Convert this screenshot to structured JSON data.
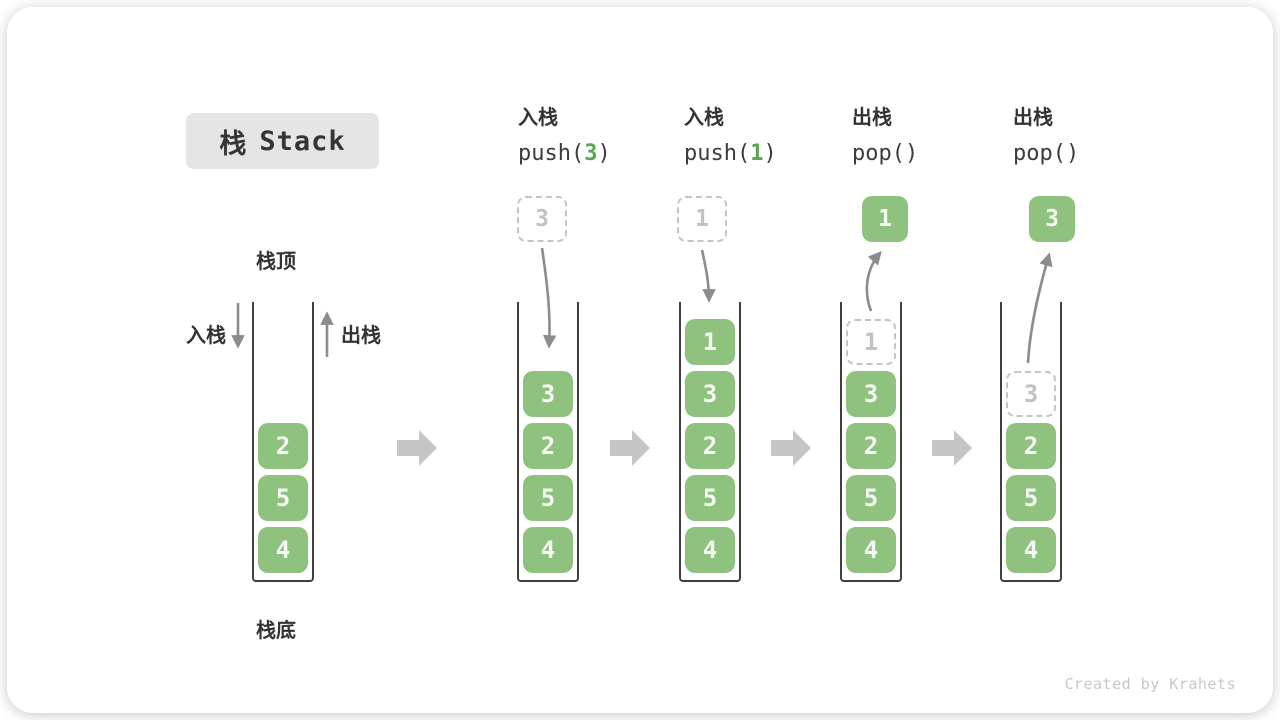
{
  "header": {
    "badge_cn": "栈",
    "badge_en": "Stack"
  },
  "legend": {
    "stack_top": "栈顶",
    "stack_bottom": "栈底",
    "push_label": "入栈",
    "pop_label": "出栈"
  },
  "columns": [
    {
      "op_cn": "入栈",
      "code_pre": "push(",
      "code_arg": "3",
      "code_post": ")",
      "floating_value": "3",
      "floating_kind": "dashed-pending"
    },
    {
      "op_cn": "入栈",
      "code_pre": "push(",
      "code_arg": "1",
      "code_post": ")",
      "floating_value": "1",
      "floating_kind": "dashed-pending"
    },
    {
      "op_cn": "出栈",
      "code_pre": "pop(",
      "code_arg": "",
      "code_post": ")",
      "floating_value": "1",
      "floating_kind": "popped-solid"
    },
    {
      "op_cn": "出栈",
      "code_pre": "pop(",
      "code_arg": "",
      "code_post": ")",
      "floating_value": "3",
      "floating_kind": "popped-solid"
    }
  ],
  "stacks": {
    "base": {
      "items": [
        "2",
        "5",
        "4"
      ]
    },
    "after_push3": {
      "items": [
        "3",
        "2",
        "5",
        "4"
      ]
    },
    "after_push1": {
      "items": [
        "1",
        "3",
        "2",
        "5",
        "4"
      ]
    },
    "after_pop1": {
      "ghost": "1",
      "items": [
        "3",
        "2",
        "5",
        "4"
      ]
    },
    "after_pop3": {
      "ghost": "3",
      "items": [
        "2",
        "5",
        "4"
      ]
    }
  },
  "watermark": "Created by Krahets",
  "colors": {
    "element_green": "#8FC17F",
    "code_arg_green": "#58A64E",
    "arrow_gray": "#8C8C8C",
    "block_arrow_gray": "#C6C6C6",
    "badge_bg": "#E5E5E5",
    "ghost_gray": "#C4C4C4",
    "text_dark": "#343434"
  }
}
